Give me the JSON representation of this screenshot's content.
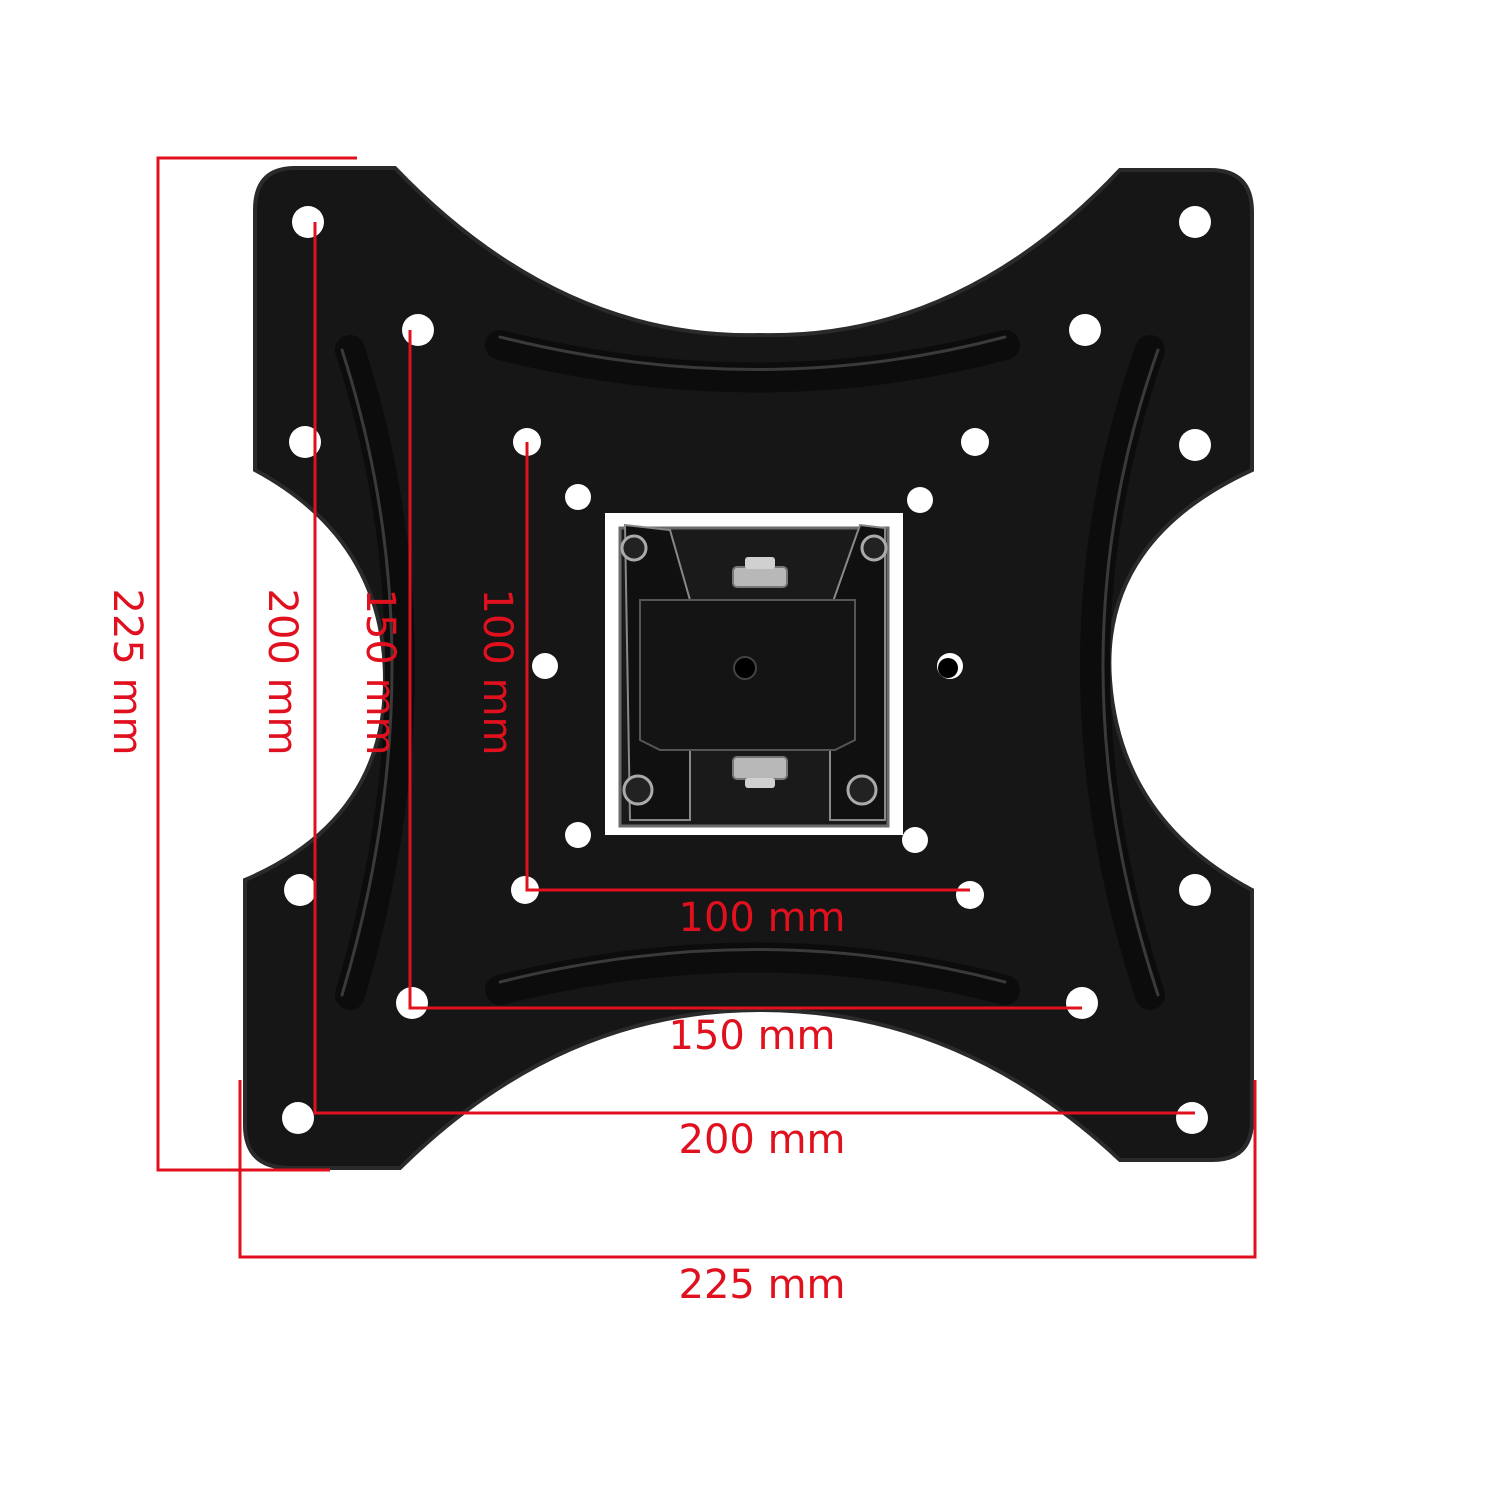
{
  "colors": {
    "dimension": "#e0101e",
    "plate": "#161616",
    "plate_edge": "#2a2a2a",
    "rib": "#0c0c0c",
    "rib_highlight": "#3a3a3a",
    "background": "#ffffff",
    "bolt": "#b8b8b8"
  },
  "dimensions": {
    "outer_height": "225 mm",
    "outer_width": "225 mm",
    "vesa_200_height": "200 mm",
    "vesa_200_width": "200 mm",
    "vesa_150_height": "150 mm",
    "vesa_150_width": "150 mm",
    "vesa_100_height": "100 mm",
    "vesa_100_width": "100 mm"
  }
}
